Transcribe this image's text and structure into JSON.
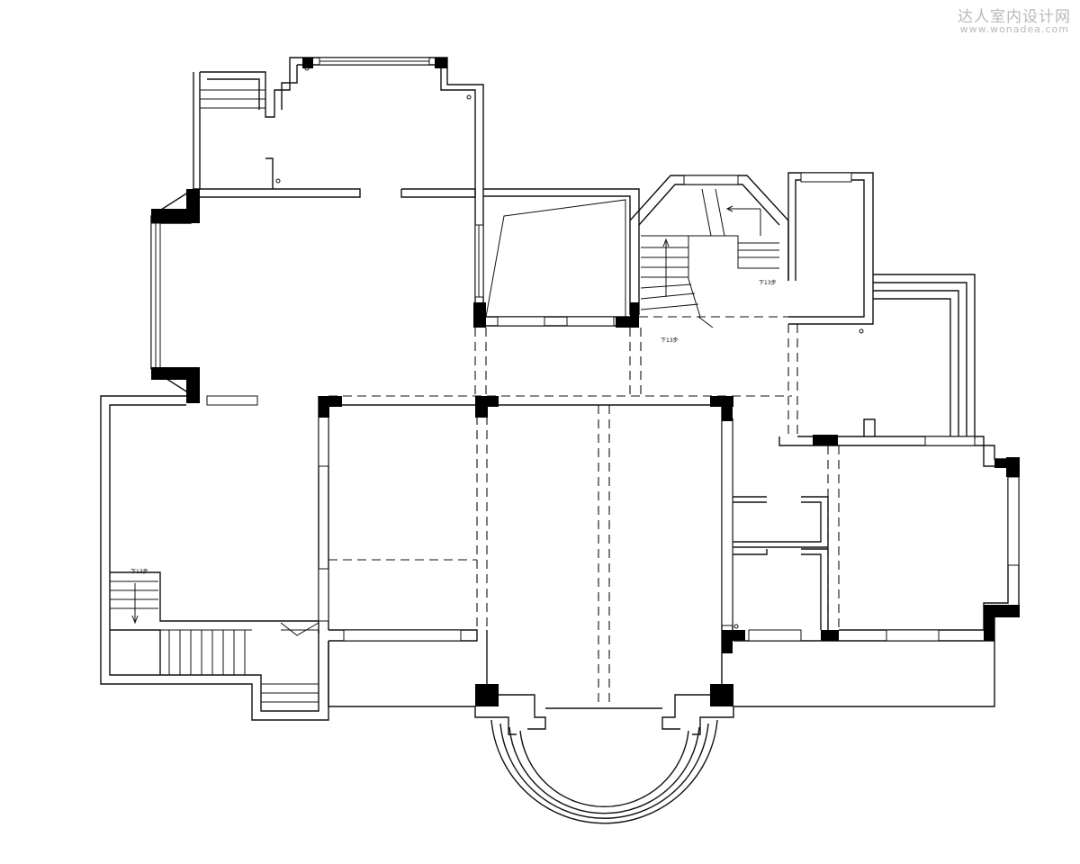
{
  "watermark": {
    "brand": "达人室内设计网",
    "url": "www.wonadea.com"
  },
  "plan": {
    "stair_labels": [
      "下13步",
      "下13步",
      "下13步"
    ],
    "colors": {
      "line": "#111111",
      "column": "#000000",
      "background": "#ffffff"
    }
  }
}
